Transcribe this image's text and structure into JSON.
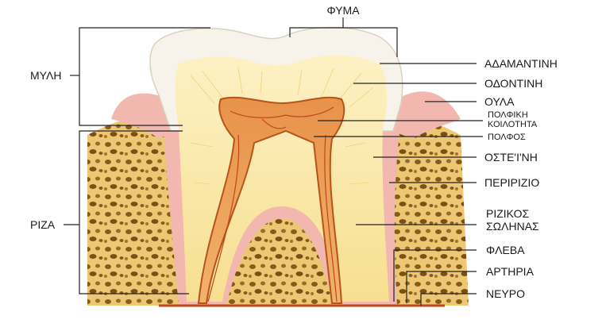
{
  "labels": {
    "crown": "ΜΥΛΗ",
    "root": "ΡΙΖΑ",
    "top": "ΦΥΜΑ",
    "enamel": "ΑΔΑΜΑΝΤΙΝΗ",
    "dentin": "ΟΔΟΝΤΙΝΗ",
    "gum": "ΟΥΛΑ",
    "pulp_cavity_1": "ΠΟΛΦΙΚΗ",
    "pulp_cavity_2": "ΚΟΙΛΟΤΗΤΑ",
    "pulp": "ΠΟΛΦΟΣ",
    "bone": "ΟΣΤΕ'Ι'ΝΗ",
    "periodontium": "ΠΕΡΙΡΙΖΙΟ",
    "root_canal_1": "ΡΙΖΙΚΟΣ",
    "root_canal_2": "ΣΩΛΗΝΑΣ",
    "vein": "ΦΛΕΒΑ",
    "artery": "ΑΡΤΗΡΙΑ",
    "nerve": "ΝΕΥΡΟ"
  },
  "colors": {
    "enamel": "#f7f3ea",
    "dentin": "#fbe8a6",
    "pulp": "#e9a24c",
    "pulp_edge": "#b5541c",
    "gum": "#f2b8b0",
    "bone": "#e8c36a",
    "bone_spots": "#8a5a1c",
    "vessel": "#c0461e"
  }
}
